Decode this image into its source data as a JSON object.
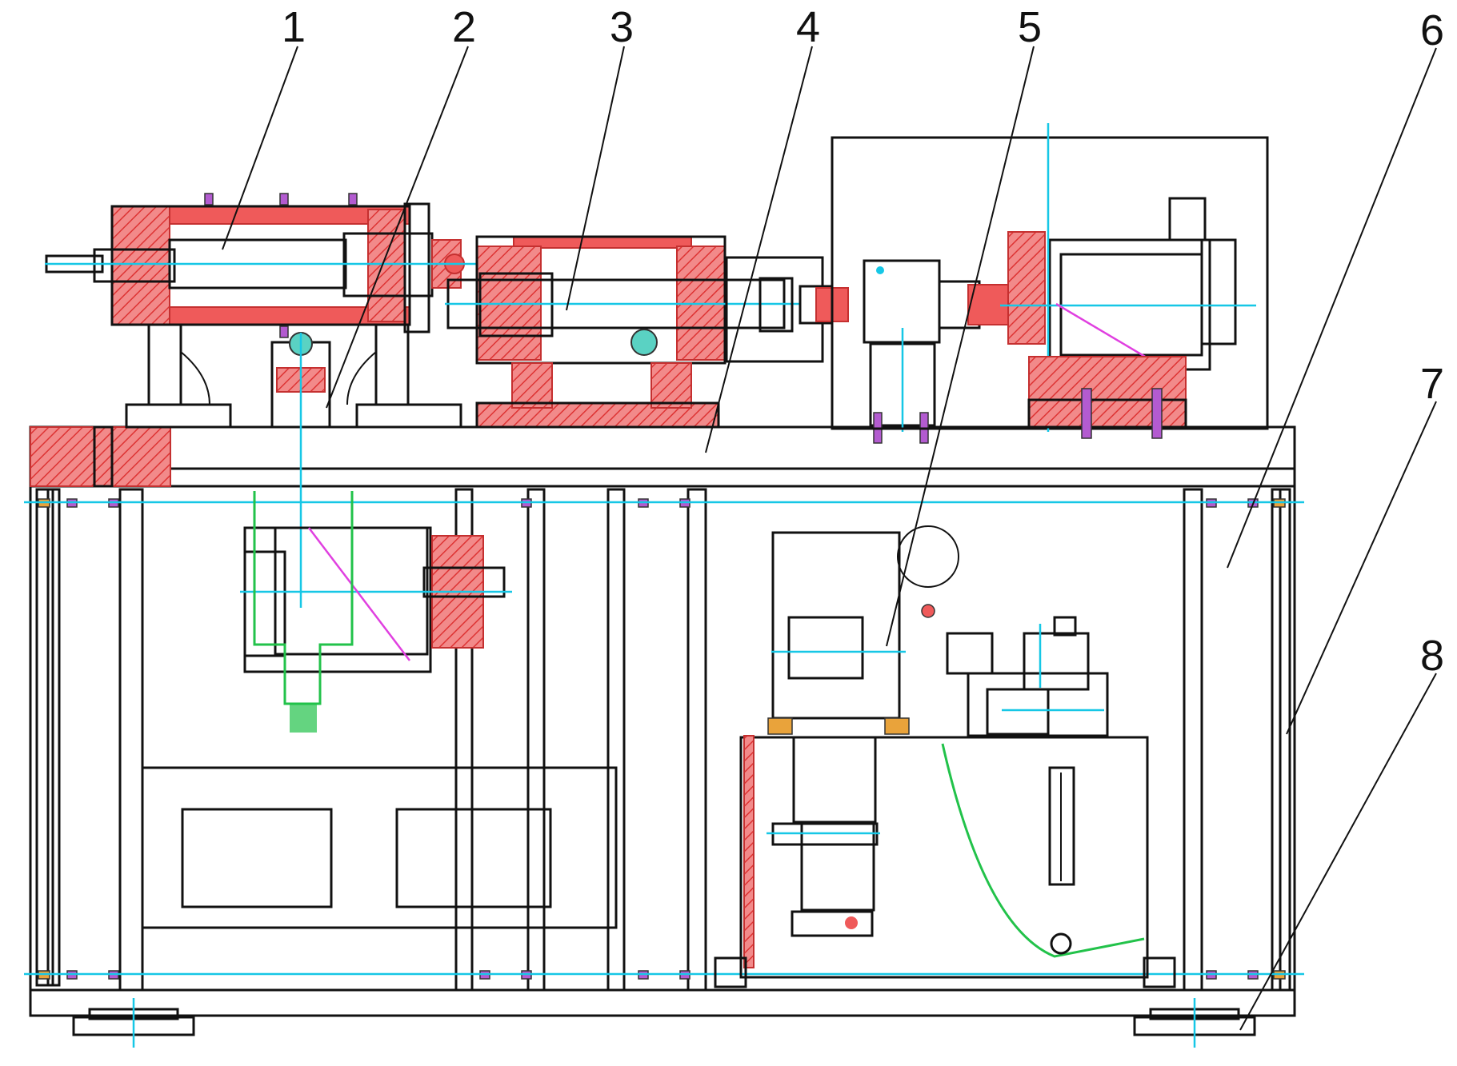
{
  "figure": {
    "callouts": [
      "1",
      "2",
      "3",
      "4",
      "5",
      "6",
      "7",
      "8"
    ]
  },
  "colors": {
    "outline": "#111111",
    "section_hatch": "#ef5a5a",
    "center_line": "#16c7e6",
    "hose": "#22c24a",
    "diagonal": "#e040e0"
  }
}
